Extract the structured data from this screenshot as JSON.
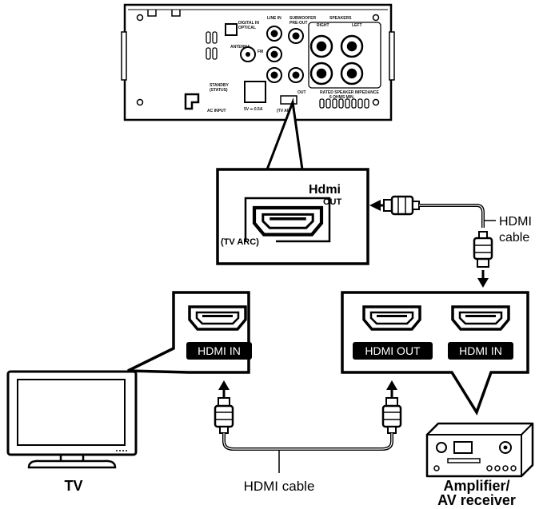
{
  "rear_panel": {
    "labels": {
      "digital_in": "DIGITAL IN",
      "optical": "OPTICAL",
      "antenna": "ANTENNA",
      "fm": "FM",
      "line_in": "LINE IN",
      "subwoofer": "SUBWOOFER",
      "pre_out": "PRE-OUT",
      "speakers": "SPEAKERS",
      "right": "RIGHT",
      "left": "LEFT",
      "rated_impedance": "RATED SPEAKER IMPEDANCE",
      "ohms": "6 OHMS MIN.",
      "standby": "STANDBY",
      "status": "(STATUS)",
      "usb": "5V ⎓ 0.5A",
      "hdmi_out": "OUT",
      "tv_arc": "(TV ARC)",
      "ac_input": "AC INPUT"
    }
  },
  "zoom_panel": {
    "logo": "Hdmi",
    "out": "OUT",
    "tv_arc": "(TV ARC)"
  },
  "tv_callout": {
    "port_label": "HDMI IN"
  },
  "amp_callout": {
    "out_label": "HDMI OUT",
    "in_label": "HDMI IN"
  },
  "cable_right": {
    "line1": "HDMI",
    "line2": "cable"
  },
  "cable_bottom": "HDMI cable",
  "tv_label": "TV",
  "amp_label": {
    "line1": "Amplifier/",
    "line2": "AV receiver"
  }
}
